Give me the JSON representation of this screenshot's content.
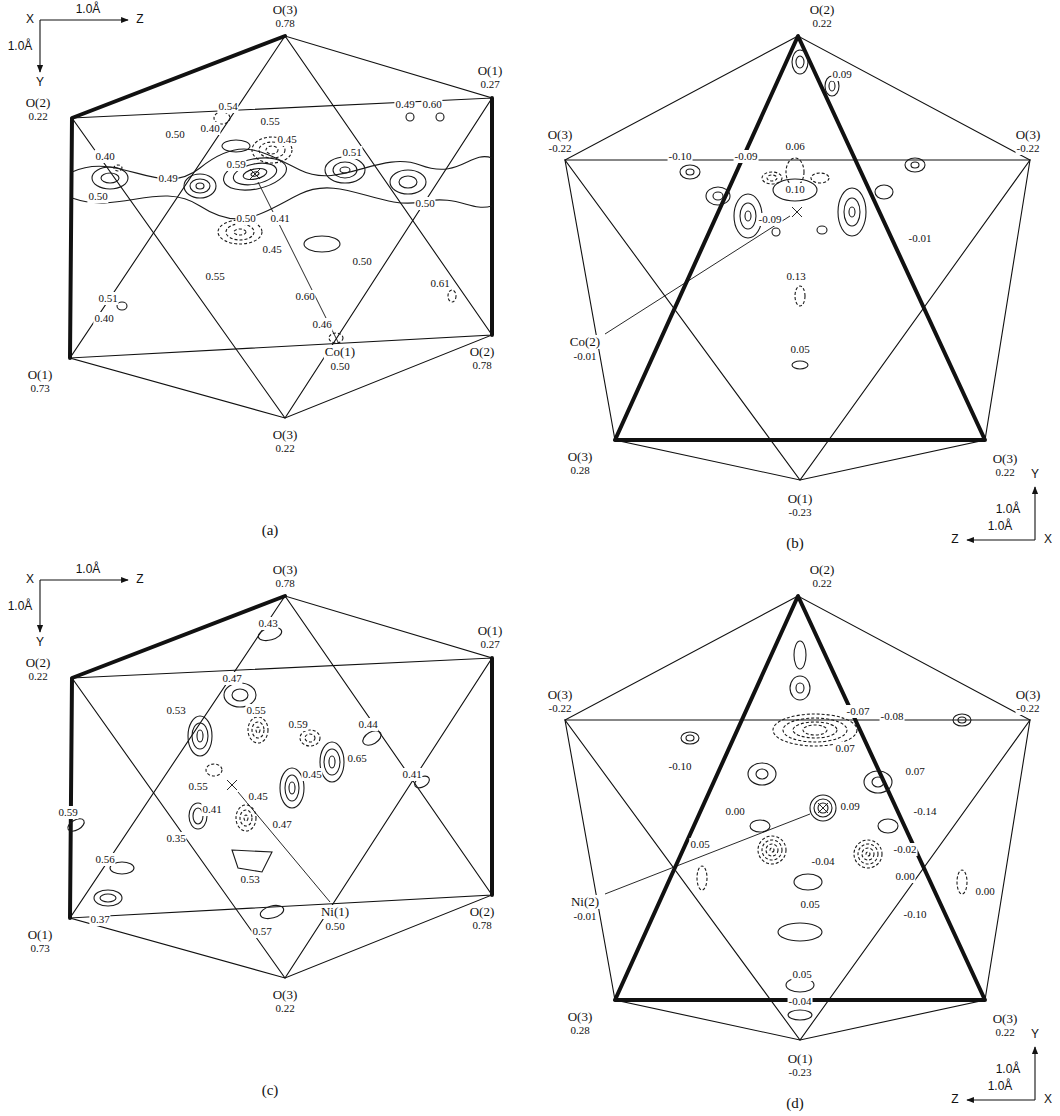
{
  "diagram": {
    "labels": [
      "X",
      "1.0Å",
      "Z",
      "1.0Å",
      "Y",
      "O(3)",
      "0.78",
      "O(1)",
      "0.27",
      "O(2)",
      "0.22",
      "0.54",
      "0.55",
      "0.40",
      "0.45",
      "0.49",
      "0.60",
      "0.40",
      "0.50",
      "0.51",
      "0.50",
      "0.49",
      "0.59",
      "0.50",
      "0.50",
      "0.41",
      "0.45",
      "0.50",
      "0.55",
      "0.60",
      "0.61",
      "0.51",
      "0.40",
      "0.46",
      "O(1)",
      "0.73",
      "O(2)",
      "0.78",
      "Co(1)",
      "0.50",
      "O(3)",
      "0.22",
      "(a)",
      "O(2)",
      "0.22",
      "O(3)",
      "-0.22",
      "O(3)",
      "-0.22",
      "0.09",
      "0.06",
      "-0.10",
      "-0.09",
      "0.10",
      "-0.09",
      "-0.01",
      "0.13",
      "Co(2)",
      "-0.01",
      "0.05",
      "O(3)",
      "0.28",
      "O(3)",
      "0.22",
      "O(1)",
      "-0.23",
      "Y",
      "1.0Å",
      "Z",
      "1.0Å",
      "X",
      "(b)",
      "X",
      "1.0Å",
      "Z",
      "1.0Å",
      "Y",
      "O(3)",
      "0.78",
      "O(1)",
      "0.27",
      "O(2)",
      "0.22",
      "0.43",
      "0.47",
      "0.44",
      "0.53",
      "0.55",
      "0.59",
      "0.65",
      "0.45",
      "0.41",
      "0.55",
      "0.45",
      "0.59",
      "0.41",
      "0.35",
      "0.47",
      "0.56",
      "0.53",
      "0.37",
      "0.57",
      "O(1)",
      "0.73",
      "O(2)",
      "0.78",
      "Ni(1)",
      "0.50",
      "O(3)",
      "0.22",
      "(c)",
      "O(2)",
      "0.22",
      "O(3)",
      "-0.22",
      "O(3)",
      "-0.22",
      "-0.07",
      "-0.08",
      "0.07",
      "-0.10",
      "0.07",
      "0.00",
      "0.09",
      "-0.14",
      "0.05",
      "-0.02",
      "-0.04",
      "0.00",
      "0.00",
      "Ni(2)",
      "-0.01",
      "0.05",
      "-0.10",
      "0.05",
      "-0.04",
      "O(3)",
      "0.28",
      "O(3)",
      "0.22",
      "O(1)",
      "-0.23",
      "Y",
      "1.0Å",
      "Z",
      "1.0Å",
      "X",
      "(d)"
    ]
  }
}
